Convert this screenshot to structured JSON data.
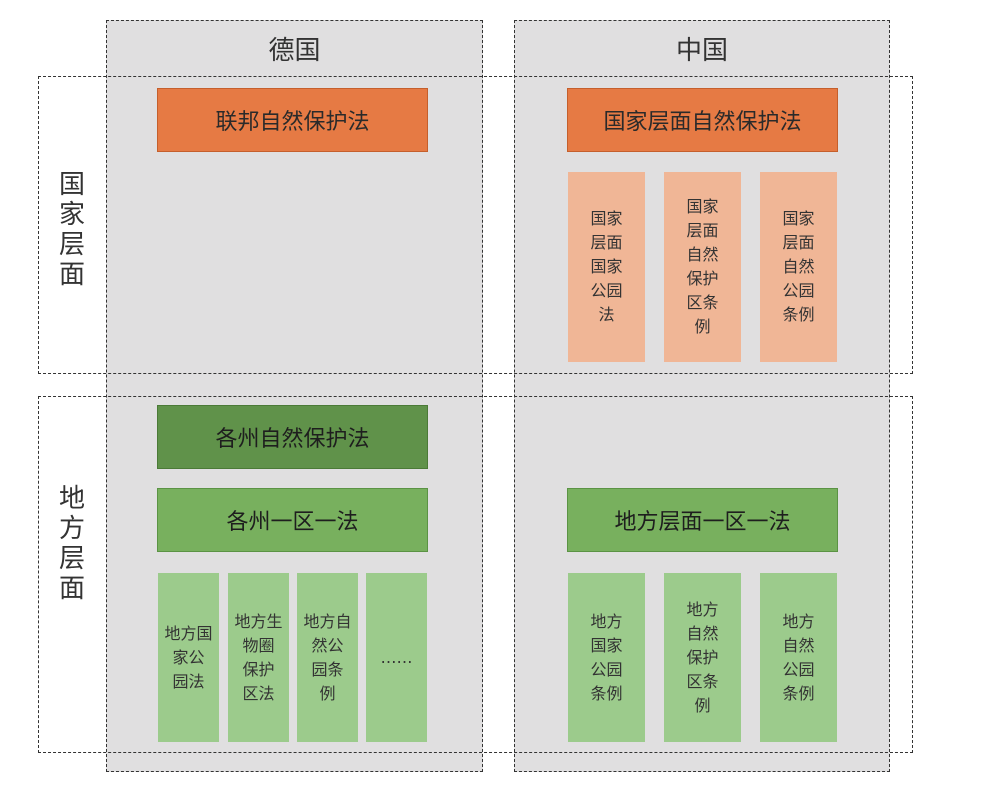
{
  "columns": {
    "germany": "德国",
    "china": "中国"
  },
  "rows": {
    "national": "国家\n层面",
    "local": "地方\n层面"
  },
  "germany": {
    "national_law": "联邦自然保护法",
    "state_law": "各州自然保护法",
    "state_one_area_one_law": "各州一区一法",
    "local_items": [
      "地方国\n家公\n园法",
      "地方生\n物圈\n保护\n区法",
      "地方自\n然公\n园条\n例",
      "……"
    ]
  },
  "china": {
    "national_law": "国家层面自然保护法",
    "national_items": [
      "国家\n层面\n国家\n公园\n法",
      "国家\n层面\n自然\n保护\n区条\n例",
      "国家\n层面\n自然\n公园\n条例"
    ],
    "local_one_area_one_law": "地方层面一区一法",
    "local_items": [
      "地方\n国家\n公园\n条例",
      "地方\n自然\n保护\n区条\n例",
      "地方\n自然\n公园\n条例"
    ]
  },
  "colors": {
    "column_bg": "#e0dfe0",
    "orange": "#e67a44",
    "peach": "#f0b696",
    "dark_green": "#60924a",
    "green": "#78b05e",
    "light_green": "#9ccb8c"
  }
}
